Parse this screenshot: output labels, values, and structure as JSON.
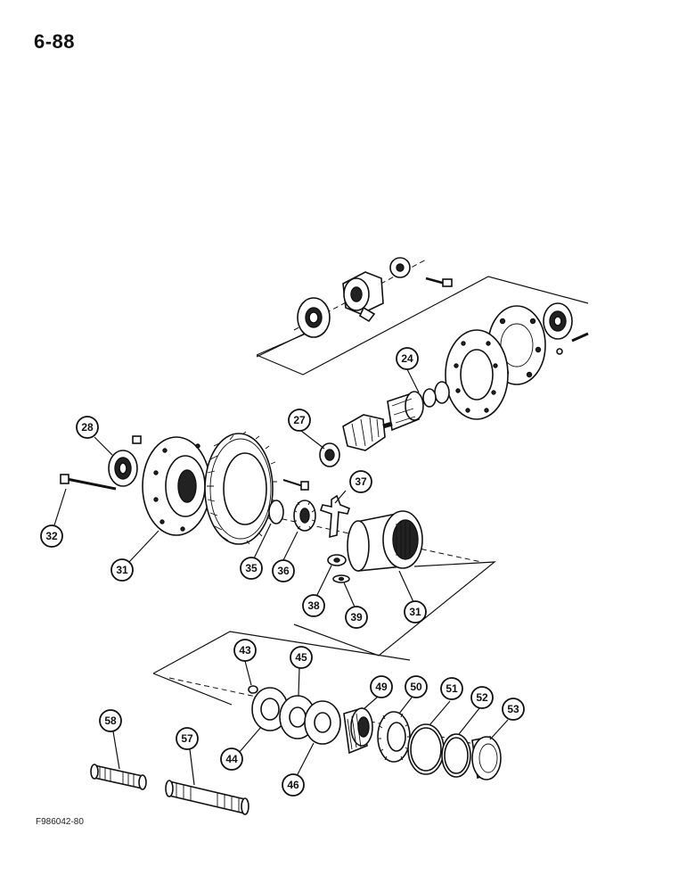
{
  "page": {
    "number": "6-88",
    "figure_code": "F986042-80"
  },
  "callouts": {
    "c24": "24",
    "c27": "27",
    "c28": "28",
    "c31a": "31",
    "c31b": "31",
    "c32": "32",
    "c35": "35",
    "c36": "36",
    "c37": "37",
    "c38": "38",
    "c39": "39",
    "c43": "43",
    "c44": "44",
    "c45": "45",
    "c46": "46",
    "c49": "49",
    "c50": "50",
    "c51": "51",
    "c52": "52",
    "c53": "53",
    "c57": "57",
    "c58": "58"
  }
}
